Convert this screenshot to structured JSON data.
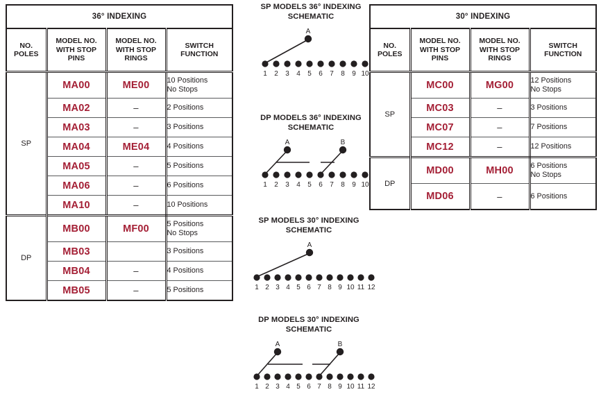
{
  "tables": [
    {
      "id": "indexing-36",
      "title": "36° INDEXING",
      "columns": [
        "NO.\nPOLES",
        "MODEL NO.\nWITH STOP\nPINS",
        "MODEL NO.\nWITH STOP\nRINGS",
        "SWITCH\nFUNCTION"
      ],
      "col_headers": {
        "poles": "NO. POLES",
        "pins": "MODEL NO. WITH STOP PINS",
        "rings": "MODEL NO. WITH STOP RINGS",
        "function": "SWITCH FUNCTION"
      },
      "groups": [
        {
          "poles": "SP",
          "rows": [
            {
              "pins": "MA00",
              "rings": "ME00",
              "function": "10 Positions\nNo Stops"
            },
            {
              "pins": "MA02",
              "rings": "–",
              "function": "2 Positions"
            },
            {
              "pins": "MA03",
              "rings": "–",
              "function": "3 Positions"
            },
            {
              "pins": "MA04",
              "rings": "ME04",
              "function": "4 Positions"
            },
            {
              "pins": "MA05",
              "rings": "–",
              "function": "5 Positions"
            },
            {
              "pins": "MA06",
              "rings": "–",
              "function": "6 Positions"
            },
            {
              "pins": "MA10",
              "rings": "–",
              "function": "10 Positions"
            }
          ]
        },
        {
          "poles": "DP",
          "rows": [
            {
              "pins": "MB00",
              "rings": "MF00",
              "function": "5 Positions\nNo Stops"
            },
            {
              "pins": "MB03",
              "rings": "",
              "function": "3 Positions"
            },
            {
              "pins": "MB04",
              "rings": "–",
              "function": "4 Positions"
            },
            {
              "pins": "MB05",
              "rings": "–",
              "function": "5 Positions"
            }
          ]
        }
      ]
    },
    {
      "id": "indexing-30",
      "title": "30° INDEXING",
      "col_headers": {
        "poles": "NO. POLES",
        "pins": "MODEL NO. WITH STOP PINS",
        "rings": "MODEL NO. WITH STOP RINGS",
        "function": "SWITCH FUNCTION"
      },
      "groups": [
        {
          "poles": "SP",
          "rows": [
            {
              "pins": "MC00",
              "rings": "MG00",
              "function": "12 Positions\nNo Stops"
            },
            {
              "pins": "MC03",
              "rings": "–",
              "function": "3 Positions"
            },
            {
              "pins": "MC07",
              "rings": "–",
              "function": "7 Positions"
            },
            {
              "pins": "MC12",
              "rings": "–",
              "function": "12 Positions"
            }
          ]
        },
        {
          "poles": "DP",
          "rows": [
            {
              "pins": "MD00",
              "rings": "MH00",
              "function": "6 Positions\nNo Stops"
            },
            {
              "pins": "MD06",
              "rings": "–",
              "function": "6 Positions"
            }
          ]
        }
      ]
    }
  ],
  "schematics": [
    {
      "id": "sp-36",
      "title": "SP MODELS 36°  INDEXING\nSCHEMATIC",
      "terminal_count": 10,
      "terminal_labels": [
        "1",
        "2",
        "3",
        "4",
        "5",
        "6",
        "7",
        "8",
        "9",
        "10"
      ],
      "poles": [
        {
          "label": "A",
          "connects_to_terminal": 1,
          "pole_over_terminal": 6
        }
      ]
    },
    {
      "id": "dp-36",
      "title": "DP MODELS 36° INDEXING\nSCHEMATIC",
      "terminal_count": 10,
      "terminal_labels": [
        "1",
        "2",
        "3",
        "4",
        "5",
        "6",
        "7",
        "8",
        "9",
        "10"
      ],
      "poles": [
        {
          "label": "A",
          "connects_to_terminal": 1,
          "pole_over_terminal": 3
        },
        {
          "label": "B",
          "connects_to_terminal": 6,
          "pole_over_terminal": 8
        }
      ]
    },
    {
      "id": "sp-30",
      "title": "SP MODELS 30°  INDEXING\nSCHEMATIC",
      "terminal_count": 12,
      "terminal_labels": [
        "1",
        "2",
        "3",
        "4",
        "5",
        "6",
        "7",
        "8",
        "9",
        "10",
        "11",
        "12"
      ],
      "poles": [
        {
          "label": "A",
          "connects_to_terminal": 1,
          "pole_over_terminal": 7
        }
      ]
    },
    {
      "id": "dp-30",
      "title": "DP MODELS 30°  INDEXING\nSCHEMATIC",
      "terminal_count": 12,
      "terminal_labels": [
        "1",
        "2",
        "3",
        "4",
        "5",
        "6",
        "7",
        "8",
        "9",
        "10",
        "11",
        "12"
      ],
      "poles": [
        {
          "label": "A",
          "connects_to_terminal": 1,
          "pole_over_terminal": 3
        },
        {
          "label": "B",
          "connects_to_terminal": 7,
          "pole_over_terminal": 9
        }
      ]
    }
  ],
  "colors": {
    "model_red": "#a41f35",
    "ink": "#231f20",
    "rule": "#58595b"
  }
}
